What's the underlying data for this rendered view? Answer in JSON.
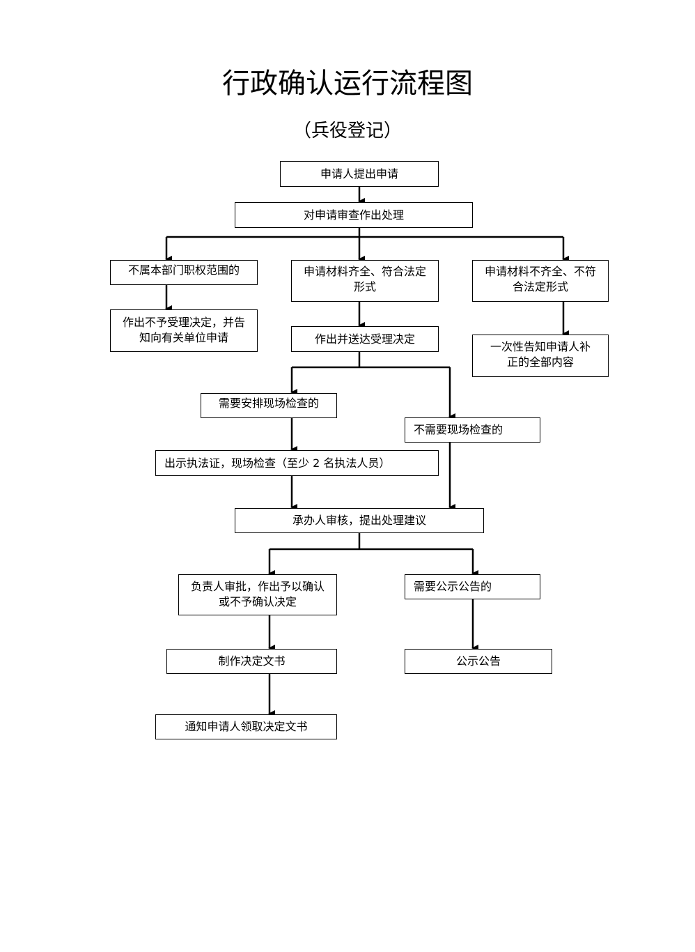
{
  "title": "行政确认运行流程图",
  "subtitle": "（兵役登记）",
  "nodes": {
    "apply": "申请人提出申请",
    "review": "对申请审查作出处理",
    "out_of_scope": "不属本部门职权范围的",
    "complete": "申请材料齐全、符合法定形式",
    "incomplete": "申请材料不齐全、不符合法定形式",
    "reject_notify": "作出不予受理决定，并告知向有关单位申请",
    "accept_deliver": "作出并送达受理决定",
    "one_time_notice": "一次性告知申请人补正的全部内容",
    "need_inspection": "需要安排现场检查的",
    "no_inspection": "不需要现场检查的",
    "inspection": "出示执法证，现场检查（至少 2 名执法人员）",
    "handler_review": "承办人审核，提出处理建议",
    "approve": "负责人审批，作出予以确认或不予确认决定",
    "need_publicity": "需要公示公告的",
    "make_doc": "制作决定文书",
    "publicity": "公示公告",
    "notify_collect": "通知申请人领取决定文书"
  }
}
